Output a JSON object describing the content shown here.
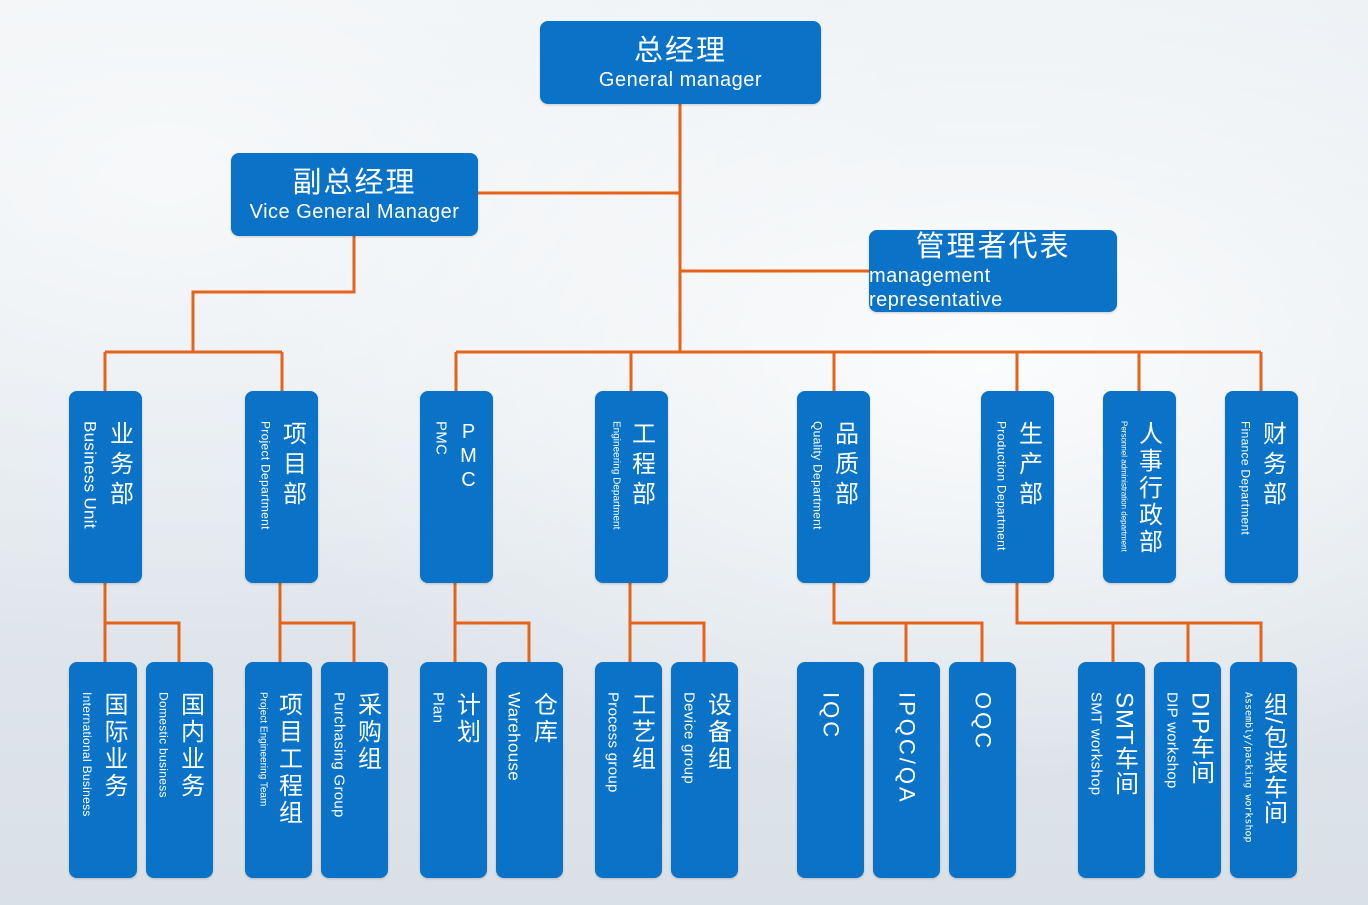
{
  "top": {
    "zh": "总经理",
    "en": "General manager"
  },
  "vice": {
    "zh": "副总经理",
    "en": "Vice General Manager"
  },
  "rep": {
    "zh": "管理者代表",
    "en": "management representative"
  },
  "departments": {
    "business": {
      "zh": "业务部",
      "en": "Business Unit"
    },
    "project": {
      "zh": "项目部",
      "en": "Project Department"
    },
    "pmc": {
      "zh": "PMC",
      "en": "PMC"
    },
    "engineering": {
      "zh": "工程部",
      "en": "Engineering Department"
    },
    "quality": {
      "zh": "品质部",
      "en": "Quality Department"
    },
    "production": {
      "zh": "生产部",
      "en": "Production Department"
    },
    "hr": {
      "zh": "人事行政部",
      "en": "Personnel administration department"
    },
    "finance": {
      "zh": "财务部",
      "en": "Finance Department"
    }
  },
  "teams": {
    "intl": {
      "zh": "国际业务",
      "en": "International Business"
    },
    "domestic": {
      "zh": "国内业务",
      "en": "Domestic business"
    },
    "proj_eng": {
      "zh": "项目工程组",
      "en": "Project Engineering Team"
    },
    "purchasing": {
      "zh": "采购组",
      "en": "Purchasing Group"
    },
    "plan": {
      "zh": "计划",
      "en": "Plan"
    },
    "warehouse": {
      "zh": "仓库",
      "en": "Warehouse"
    },
    "process": {
      "zh": "工艺组",
      "en": "Process group"
    },
    "device": {
      "zh": "设备组",
      "en": "Device group"
    },
    "iqc": {
      "label": "IQC"
    },
    "ipqc": {
      "label": "IPQC/QA"
    },
    "oqc": {
      "label": "OQC"
    },
    "smt": {
      "zh": "SMT车间",
      "en": "SMT workshop"
    },
    "dip": {
      "zh": "DIP车间",
      "en": "DIP workshop"
    },
    "assembly": {
      "zh": "组/包装车间",
      "en": "Assembly/packing workshop"
    }
  },
  "colors": {
    "box": "#0a73c7",
    "line": "#e5631a"
  }
}
